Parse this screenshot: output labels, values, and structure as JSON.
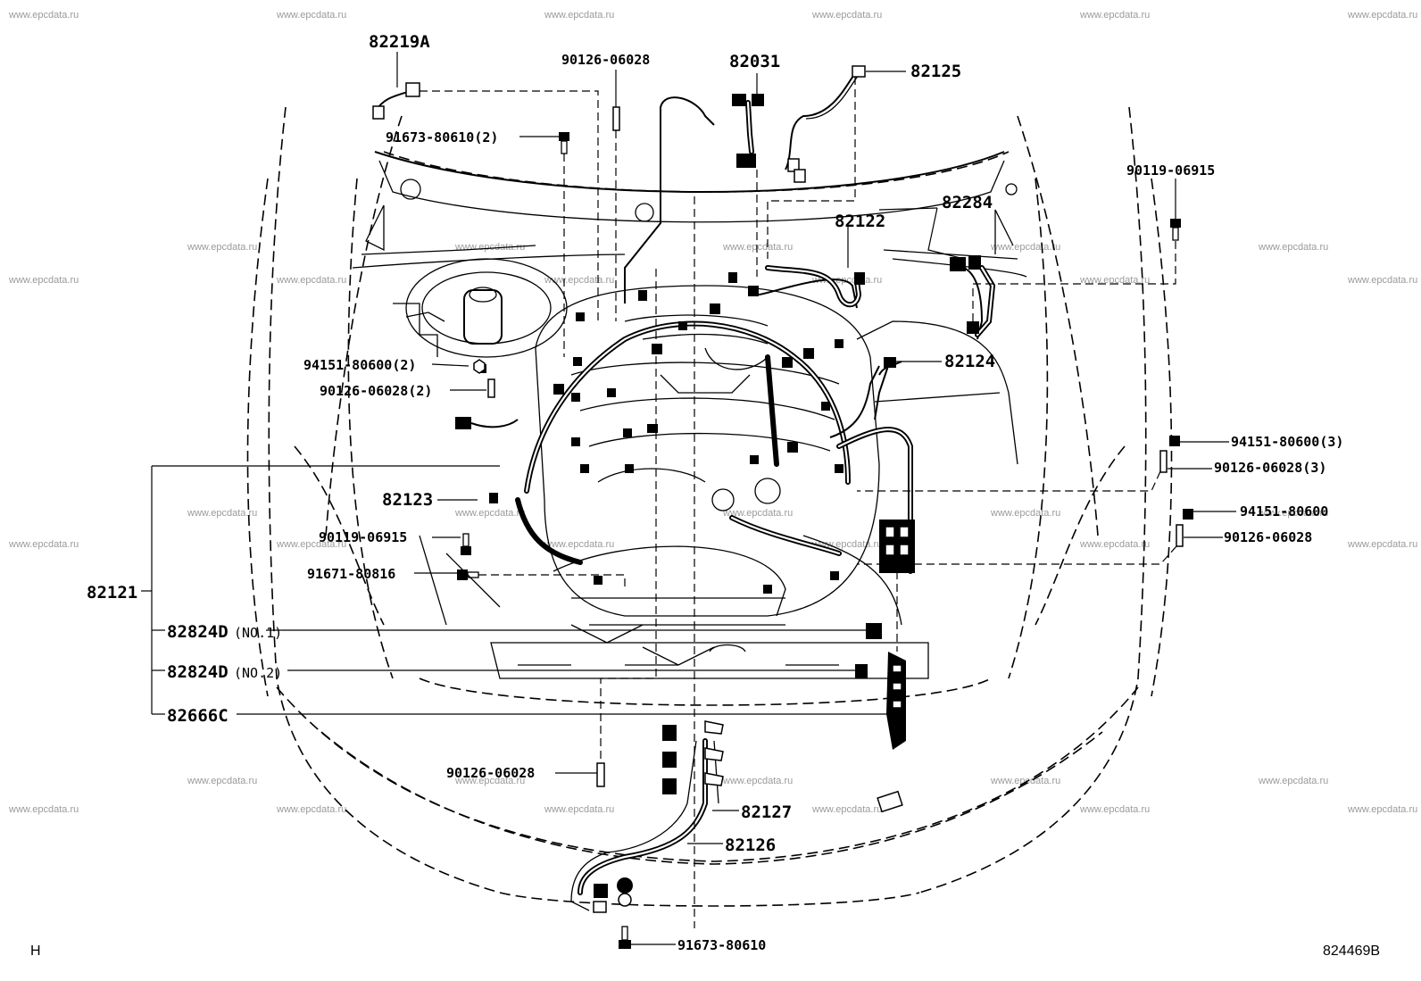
{
  "watermark": "www.epcdata.ru",
  "corner": {
    "left_mark": "H",
    "figure_number": "824469B"
  },
  "parts": {
    "p82219A": "82219A",
    "p90126_06028_top": "90126-06028",
    "p82031": "82031",
    "p82125": "82125",
    "p91673_80610_2": "91673-80610(2)",
    "p90119_06915_right": "90119-06915",
    "p82284": "82284",
    "p82122": "82122",
    "p94151_80600_2": "94151-80600(2)",
    "p90126_06028_2": "90126-06028(2)",
    "p82124": "82124",
    "p94151_80600_3": "94151-80600(3)",
    "p90126_06028_3": "90126-06028(3)",
    "p82123": "82123",
    "p94151_80600": "94151-80600",
    "p90119_06915_left": "90119-06915",
    "p90126_06028_mid": "90126-06028",
    "p91671_80816": "91671-80816",
    "p82121": "82121",
    "p82824D_no1": "82824D",
    "p82824D_no1_suffix": "(NO.1)",
    "p82824D_no2": "82824D",
    "p82824D_no2_suffix": "(NO.2)",
    "p82666C": "82666C",
    "p90126_06028_bottom": "90126-06028",
    "p82127": "82127",
    "p82126": "82126",
    "p91673_80610": "91673-80610"
  }
}
